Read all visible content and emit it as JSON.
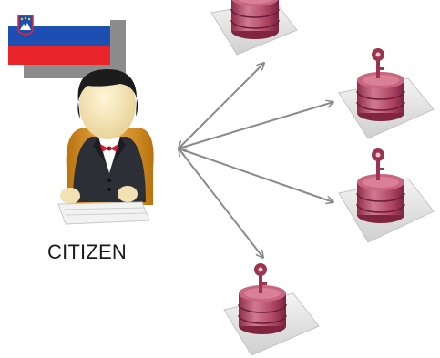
{
  "diagram": {
    "citizen_label": "CITIZEN",
    "flag": {
      "name": "Slovenia",
      "colors": [
        "#ffffff",
        "#1d4fb3",
        "#e8242a"
      ]
    },
    "databases": [
      {
        "name": "database-1",
        "has_key": false
      },
      {
        "name": "database-2",
        "has_key": true
      },
      {
        "name": "database-3",
        "has_key": true
      },
      {
        "name": "database-4",
        "has_key": true
      }
    ],
    "colors": {
      "arrow": "#8a8a8a",
      "db_body": "#b84d6a",
      "db_dark": "#7f2540",
      "base": "#e6e6e6",
      "key": "#9a3550",
      "jacket": "#2c2f36",
      "chair": "#d9961f",
      "skin": "#f2e2b3"
    }
  }
}
